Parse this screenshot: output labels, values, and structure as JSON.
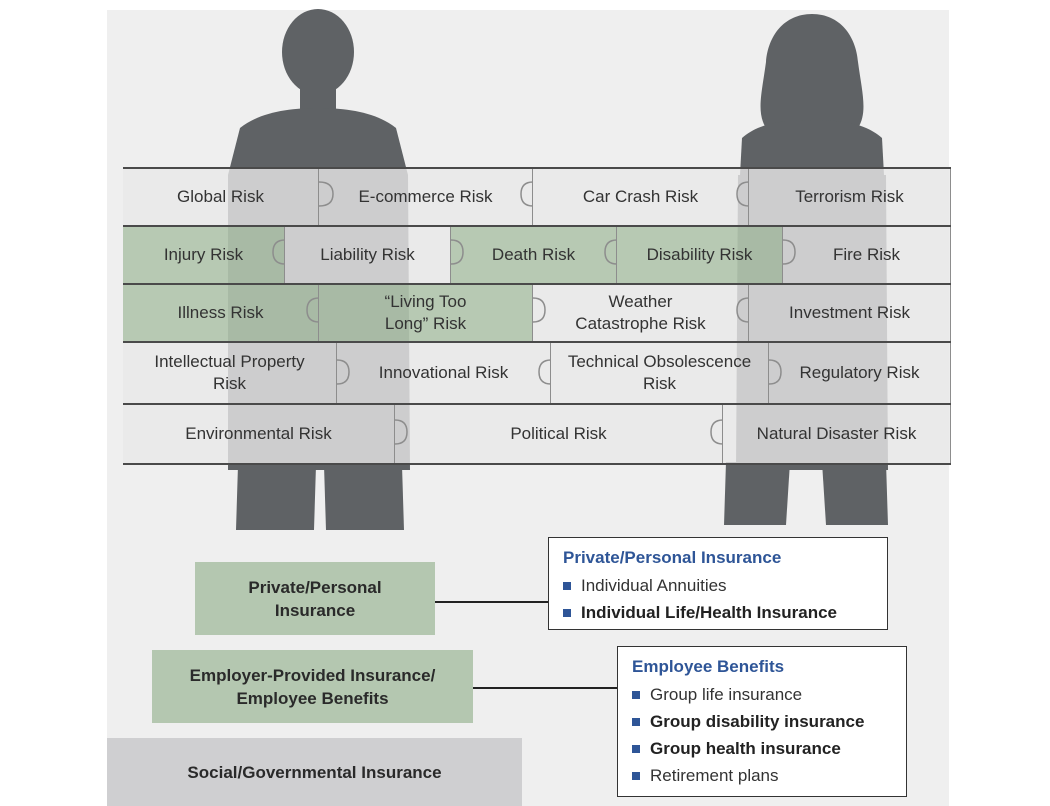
{
  "puzzle": {
    "rows": [
      [
        {
          "label": "Global Risk",
          "highlight": false
        },
        {
          "label": "E-commerce Risk",
          "highlight": false
        },
        {
          "label": "Car Crash Risk",
          "highlight": false
        },
        {
          "label": "Terrorism Risk",
          "highlight": false
        }
      ],
      [
        {
          "label": "Injury Risk",
          "highlight": true
        },
        {
          "label": "Liability Risk",
          "highlight": false
        },
        {
          "label": "Death Risk",
          "highlight": true
        },
        {
          "label": "Disability Risk",
          "highlight": true
        },
        {
          "label": "Fire Risk",
          "highlight": false
        }
      ],
      [
        {
          "label": "Illness Risk",
          "highlight": true
        },
        {
          "label": "“Living Too\nLong” Risk",
          "highlight": true
        },
        {
          "label": "Weather\nCatastrophe Risk",
          "highlight": false
        },
        {
          "label": "Investment Risk",
          "highlight": false
        }
      ],
      [
        {
          "label": "Intellectual Property\nRisk",
          "highlight": false
        },
        {
          "label": "Innovational Risk",
          "highlight": false
        },
        {
          "label": "Technical Obsolescence\nRisk",
          "highlight": false
        },
        {
          "label": "Regulatory Risk",
          "highlight": false
        }
      ],
      [
        {
          "label": "Environmental Risk",
          "highlight": false
        },
        {
          "label": "Political Risk",
          "highlight": false
        },
        {
          "label": "Natural Disaster Risk",
          "highlight": false
        }
      ]
    ]
  },
  "tiers": {
    "private": "Private/Personal\nInsurance",
    "employer": "Employer-Provided Insurance/\nEmployee Benefits",
    "social": "Social/Governmental Insurance"
  },
  "private_box": {
    "title": "Private/Personal Insurance",
    "items": [
      {
        "text": "Individual Annuities",
        "bold": false
      },
      {
        "text": "Individual Life/Health Insurance",
        "bold": true
      }
    ]
  },
  "benefits_box": {
    "title": "Employee Benefits",
    "items": [
      {
        "text": "Group life insurance",
        "bold": false
      },
      {
        "text": "Group disability insurance",
        "bold": true
      },
      {
        "text": "Group health insurance",
        "bold": true
      },
      {
        "text": "Retirement plans",
        "bold": false
      }
    ]
  },
  "colors": {
    "highlight_green": "#b0c4ac",
    "silhouette": "#5f6265",
    "accent_blue": "#2e5597"
  }
}
